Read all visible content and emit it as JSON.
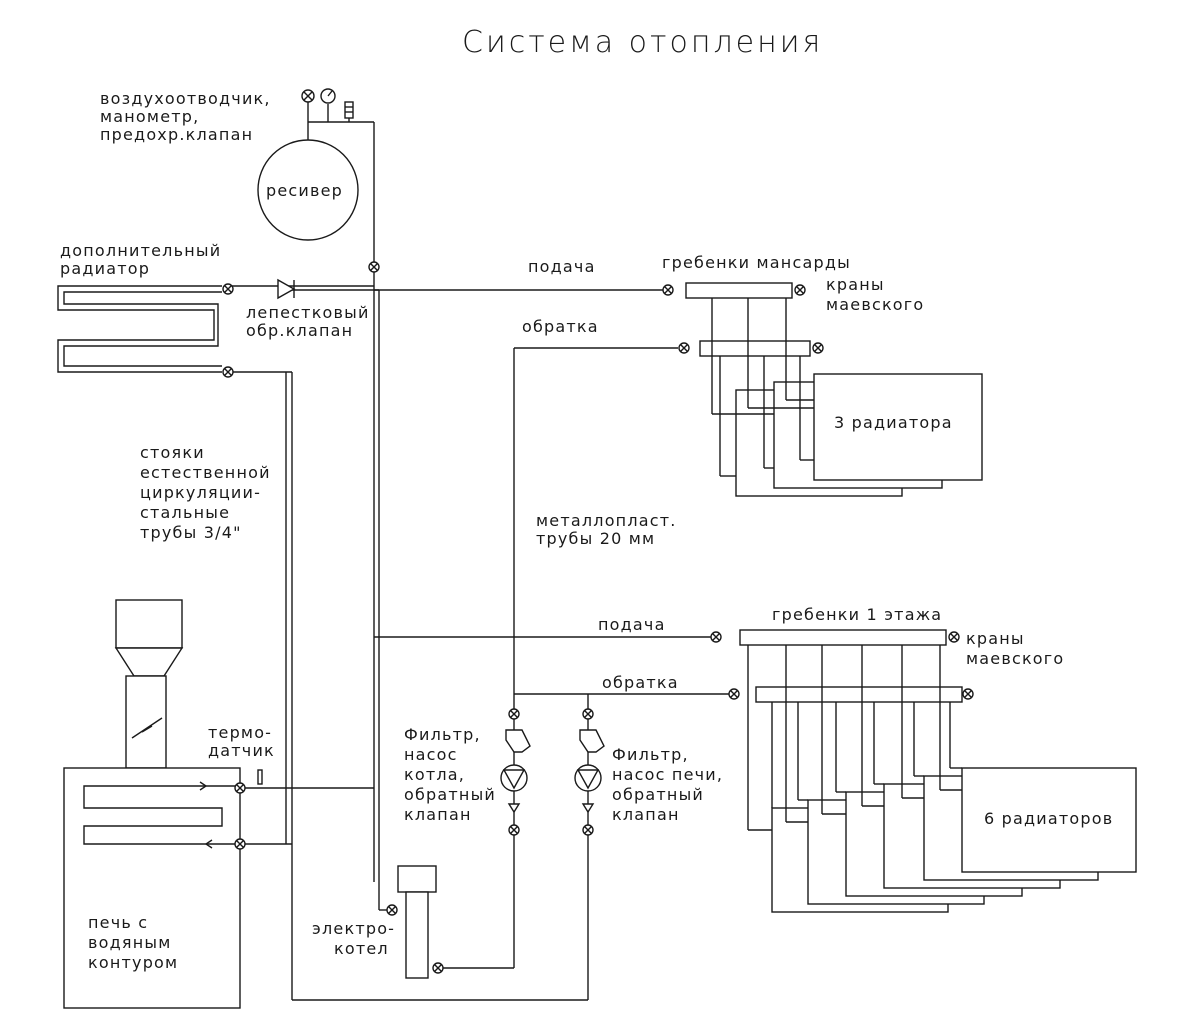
{
  "title": "Система отопления",
  "labels": {
    "air_vent_1": "воздухоотводчик,",
    "air_vent_2": "манометр,",
    "air_vent_3": "предохр.клапан",
    "receiver": "ресивер",
    "extra_rad_1": "дополнительный",
    "extra_rad_2": "радиатор",
    "petal_valve_1": "лепестковый",
    "petal_valve_2": "обр.клапан",
    "risers_1": "стояки",
    "risers_2": "естественной",
    "risers_3": "циркуляции-",
    "risers_4": "стальные",
    "risers_5": "трубы 3/4\"",
    "supply_top": "подача",
    "return_top": "обратка",
    "manifold_attic": "гребенки мансарды",
    "cranes_top_1": "краны",
    "cranes_top_2": "маевского",
    "rad3": "3 радиатора",
    "metal_pipes_1": "металлопласт.",
    "metal_pipes_2": "трубы 20 мм",
    "manifold_floor1": "гребенки 1 этажа",
    "supply_bottom": "подача",
    "return_bottom": "обратка",
    "cranes_bottom_1": "краны",
    "cranes_bottom_2": "маевского",
    "rad6": "6 радиаторов",
    "thermo_1": "термо-",
    "thermo_2": "датчик",
    "pump_boiler_1": "Фильтр,",
    "pump_boiler_2": "насос",
    "pump_boiler_3": "котла,",
    "pump_boiler_4": "обратный",
    "pump_boiler_5": "клапан",
    "pump_stove_1": "Фильтр,",
    "pump_stove_2": "насос печи,",
    "pump_stove_3": "обратный",
    "pump_stove_4": "клапан",
    "stove_1": "печь с",
    "stove_2": "водяным",
    "stove_3": "контуром",
    "eboiler_1": "электро-",
    "eboiler_2": "котел"
  }
}
